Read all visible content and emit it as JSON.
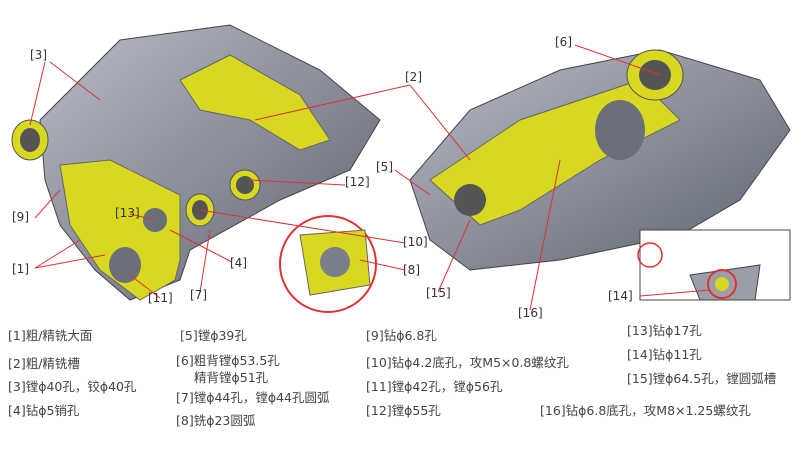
{
  "callouts": {
    "c1": "[1]",
    "c2": "[2]",
    "c3": "[3]",
    "c4": "[4]",
    "c5": "[5]",
    "c6": "[6]",
    "c7": "[7]",
    "c8": "[8]",
    "c9": "[9]",
    "c10": "[10]",
    "c11": "[11]",
    "c12": "[12]",
    "c13": "[13]",
    "c14": "[14]",
    "c15": "[15]",
    "c16": "[16]"
  },
  "legend": [
    "[1]粗/精铣大面",
    "[2]粗/精铣槽",
    "[3]镗ϕ40孔，铰ϕ40孔",
    "[4]钻ϕ5销孔",
    "[5]镗ϕ39孔",
    "[6]粗背镗ϕ53.5孔",
    "精背镗ϕ51孔",
    "[7]镗ϕ44孔，镗ϕ44孔圆弧",
    "[8]铣ϕ23圆弧",
    "[9]钻ϕ6.8孔",
    "[10]钻ϕ4.2底孔，攻M5×0.8螺纹孔",
    "[11]镗ϕ42孔，镗ϕ56孔",
    "[12]镗ϕ55孔",
    "[13]钻ϕ17孔",
    "[14]钻ϕ11孔",
    "[15]镗ϕ64.5孔，镗圆弧槽",
    "[16]钻ϕ6.8底孔，攻M8×1.25螺纹孔"
  ],
  "colors": {
    "machined": "#d8d820",
    "body": "#8a8f9c",
    "leader": "#e03030"
  }
}
